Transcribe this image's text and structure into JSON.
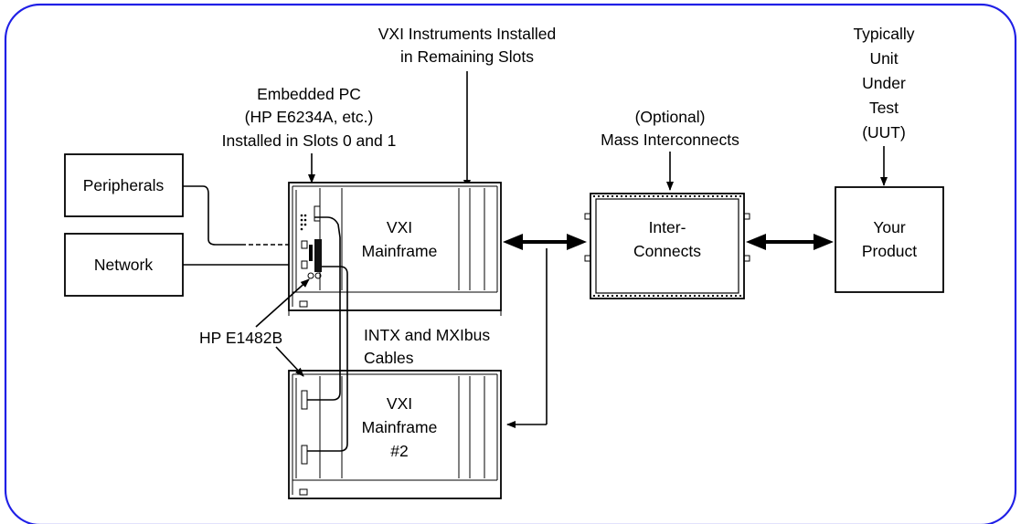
{
  "labels": {
    "vxi_instruments_1": "VXI Instruments Installed",
    "vxi_instruments_2": "in Remaining Slots",
    "embedded_pc_1": "Embedded PC",
    "embedded_pc_2": "(HP E6234A, etc.)",
    "embedded_pc_3": "Installed in Slots 0 and 1",
    "optional_1": "(Optional)",
    "optional_2": "Mass Interconnects",
    "uut_1": "Typically",
    "uut_2": "Unit",
    "uut_3": "Under",
    "uut_4": "Test",
    "uut_5": "(UUT)",
    "peripherals": "Peripherals",
    "network": "Network",
    "mainframe1_1": "VXI",
    "mainframe1_2": "Mainframe",
    "interconnects_1": "Inter-",
    "interconnects_2": "Connects",
    "product_1": "Your",
    "product_2": "Product",
    "hp_e1482b": "HP E1482B",
    "cables_1": "INTX and MXIbus",
    "cables_2": "Cables",
    "mainframe2_1": "VXI",
    "mainframe2_2": "Mainframe",
    "mainframe2_3": "#2"
  },
  "colors": {
    "frame": "#1f1fe6",
    "ink": "#000000"
  }
}
